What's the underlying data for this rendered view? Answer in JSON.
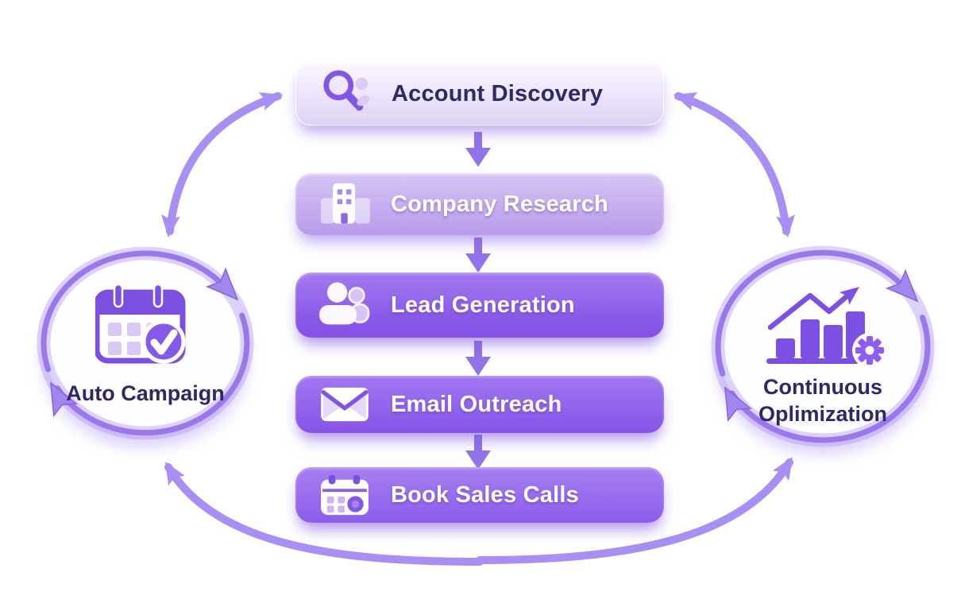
{
  "steps": [
    {
      "id": "account-discovery",
      "label": "Account Discovery",
      "icon": "search-icon",
      "style": "lightest"
    },
    {
      "id": "company-research",
      "label": "Company Research",
      "icon": "building-icon",
      "style": "light"
    },
    {
      "id": "lead-generation",
      "label": "Lead Generation",
      "icon": "people-icon",
      "style": "purple"
    },
    {
      "id": "email-outreach",
      "label": "Email Outreach",
      "icon": "envelope-icon",
      "style": "purple"
    },
    {
      "id": "book-sales-calls",
      "label": "Book Sales Calls",
      "icon": "calendar-badge-icon",
      "style": "purple"
    }
  ],
  "cycles": {
    "left": {
      "label": "Auto Campaign",
      "icon": "calendar-check-icon"
    },
    "right": {
      "line1": "Continuous",
      "line2": "Oplimization",
      "icon": "chart-growth-gear-icon"
    }
  },
  "colors": {
    "accent": "#8B5CF6",
    "arrow": "#A98FF3",
    "ring": "#9B77EC",
    "step_lightest_bg": "#EDE4F9",
    "step_light_bg": "#C9B3EF",
    "step_purple_bg": "#8D5FEA",
    "dark_text": "#2E2A63",
    "white_text": "#FFFFFF"
  }
}
